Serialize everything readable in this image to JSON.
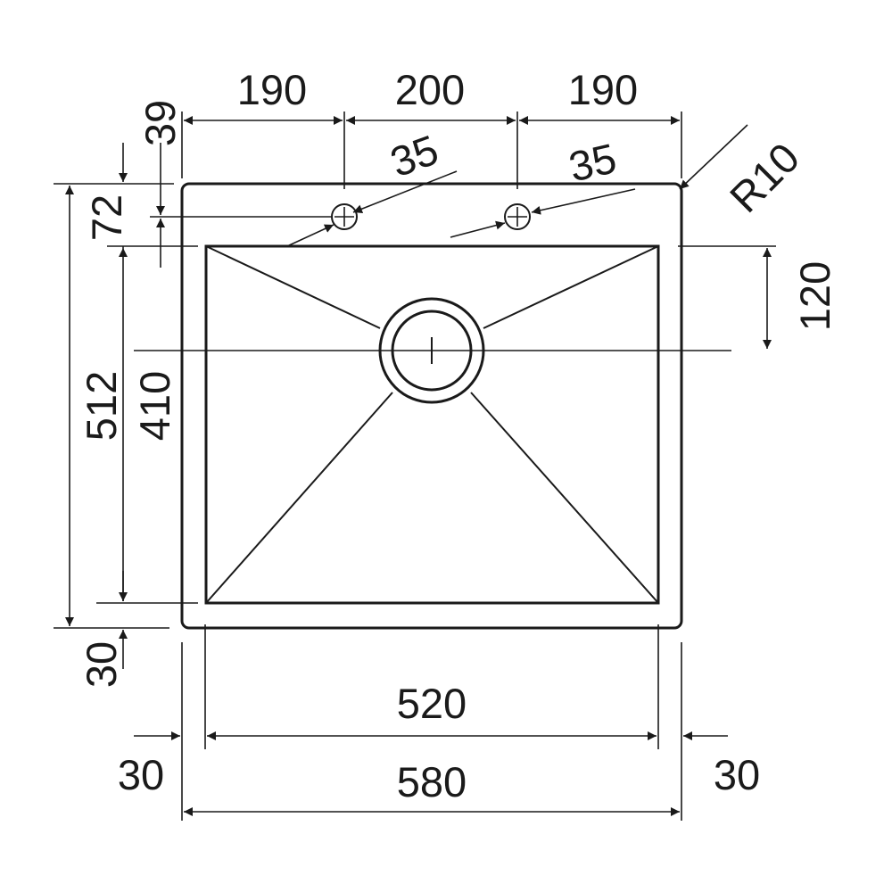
{
  "drawing": {
    "dimensions": {
      "top_left": "190",
      "top_middle": "200",
      "top_right": "190",
      "hole_left": "35",
      "hole_right": "35",
      "corner_radius": "R10",
      "left_39": "39",
      "left_72": "72",
      "left_512": "512",
      "left_410": "410",
      "left_30": "30",
      "right_120": "120",
      "bottom_520": "520",
      "bottom_580": "580",
      "bottom_left_30": "30",
      "bottom_right_30": "30"
    }
  }
}
